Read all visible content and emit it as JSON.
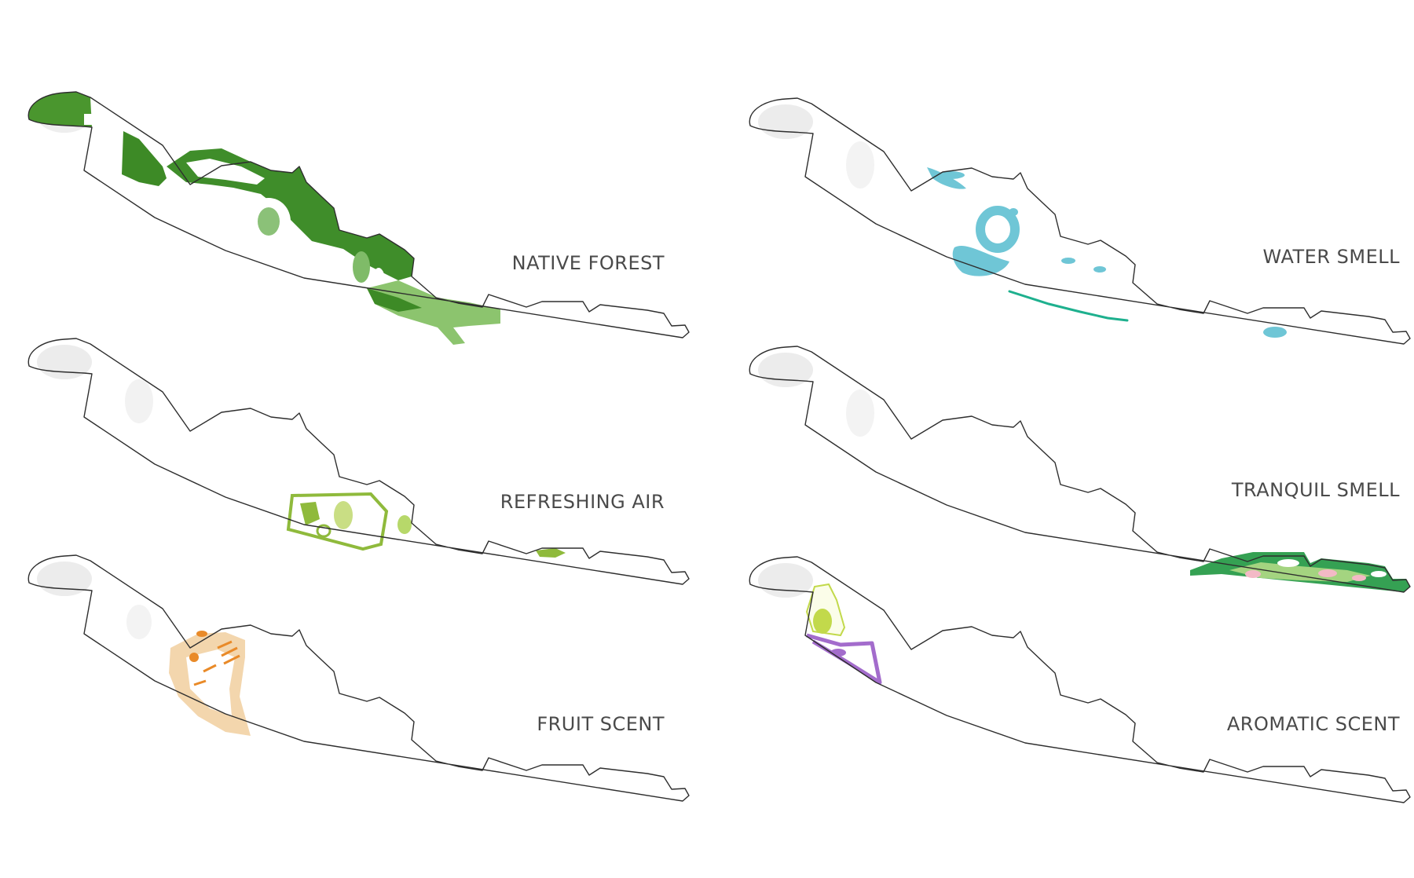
{
  "diagrams": [
    {
      "id": "native-forest",
      "label": "NATIVE FOREST",
      "accent": "#3f8f2a"
    },
    {
      "id": "water-smell",
      "label": "WATER SMELL",
      "accent": "#5bbfd0"
    },
    {
      "id": "refreshing-air",
      "label": "REFRESHING AIR",
      "accent": "#8fba3c"
    },
    {
      "id": "tranquil-smell",
      "label": "TRANQUIL SMELL",
      "accent": "#2e9a4e"
    },
    {
      "id": "fruit-scent",
      "label": "FRUIT SCENT",
      "accent": "#e8a560"
    },
    {
      "id": "aromatic-scent",
      "label": "AROMATIC SCENT",
      "accent": "#a36ccc"
    }
  ],
  "colors": {
    "outline": "#2e2e2e",
    "ghost": "#e9e9e9",
    "label": "#4a4a4a"
  }
}
